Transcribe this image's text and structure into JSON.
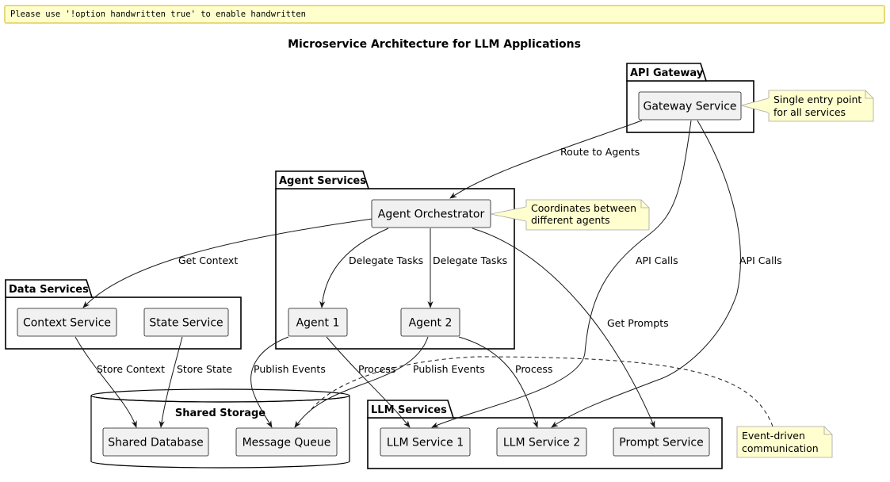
{
  "warning": "Please use '!option handwritten true' to enable handwritten",
  "title": "Microservice Architecture for LLM Applications",
  "packages": {
    "api_gateway": "API Gateway",
    "agent_services": "Agent Services",
    "data_services": "Data Services",
    "shared_storage": "Shared Storage",
    "llm_services": "LLM Services"
  },
  "services": {
    "gateway": "Gateway Service",
    "orchestrator": "Agent Orchestrator",
    "agent1": "Agent 1",
    "agent2": "Agent 2",
    "context": "Context Service",
    "state": "State Service",
    "shared_db": "Shared Database",
    "message_queue": "Message Queue",
    "llm1": "LLM Service 1",
    "llm2": "LLM Service 2",
    "prompt": "Prompt Service"
  },
  "edges": {
    "route": "Route to Agents",
    "get_context": "Get Context",
    "delegate1": "Delegate Tasks",
    "delegate2": "Delegate Tasks",
    "api_calls1": "API Calls",
    "api_calls2": "API Calls",
    "get_prompts": "Get Prompts",
    "store_context": "Store Context",
    "store_state": "Store State",
    "publish1": "Publish Events",
    "process1": "Process",
    "publish2": "Publish Events",
    "process2": "Process"
  },
  "notes": {
    "gateway": [
      "Single entry point",
      "for all services"
    ],
    "orchestrator": [
      "Coordinates between",
      "different agents"
    ],
    "events": [
      "Event-driven",
      "communication"
    ]
  }
}
